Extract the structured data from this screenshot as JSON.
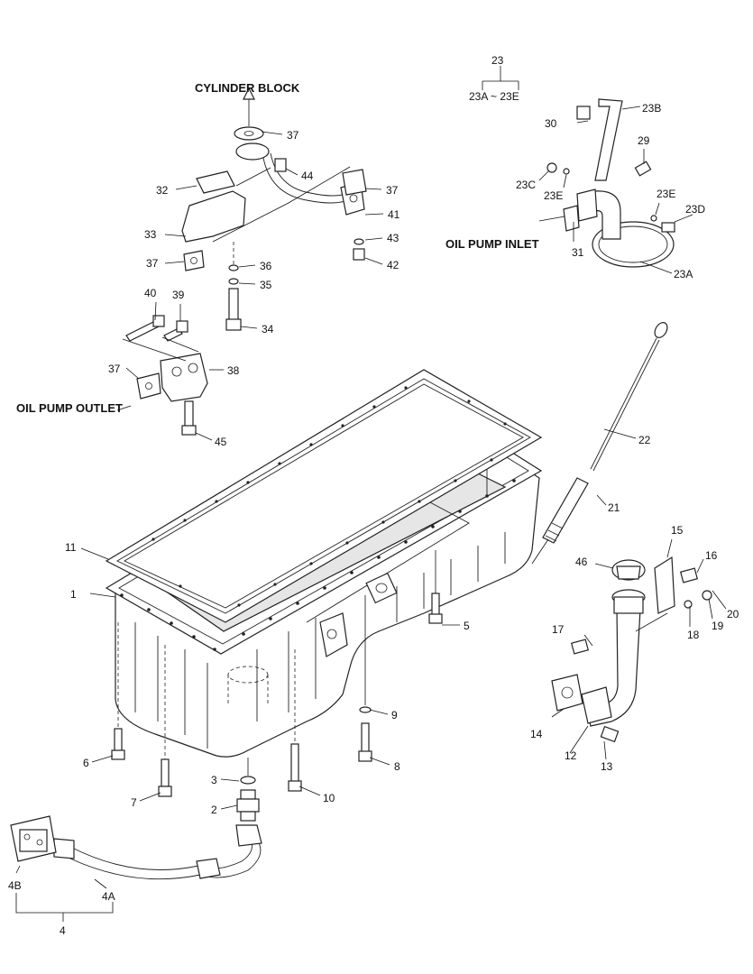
{
  "captions": {
    "cylinder_block": "CYLINDER BLOCK",
    "oil_pump_inlet": "OIL PUMP INLET",
    "oil_pump_outlet": "OIL PUMP OUTLET"
  },
  "group_23": {
    "id": "23",
    "range": "23A ~ 23E"
  },
  "group_4": {
    "id": "4"
  },
  "callouts": {
    "p1": "1",
    "p2": "2",
    "p3": "3",
    "p4A": "4A",
    "p4B": "4B",
    "p5": "5",
    "p6": "6",
    "p7": "7",
    "p8": "8",
    "p9": "9",
    "p10": "10",
    "p11": "11",
    "p12": "12",
    "p13": "13",
    "p14": "14",
    "p15": "15",
    "p16": "16",
    "p17": "17",
    "p18": "18",
    "p19": "19",
    "p20": "20",
    "p21": "21",
    "p22": "22",
    "p23A": "23A",
    "p23B": "23B",
    "p23C": "23C",
    "p23D": "23D",
    "p23E_left": "23E",
    "p23E_right": "23E",
    "p29": "29",
    "p30": "30",
    "p31": "31",
    "p32": "32",
    "p33": "33",
    "p34": "34",
    "p35": "35",
    "p36": "36",
    "p37_top": "37",
    "p37_right": "37",
    "p37_mid": "37",
    "p37_low": "37",
    "p38": "38",
    "p39": "39",
    "p40": "40",
    "p41": "41",
    "p42": "42",
    "p43": "43",
    "p44": "44",
    "p45": "45",
    "p46": "46"
  }
}
